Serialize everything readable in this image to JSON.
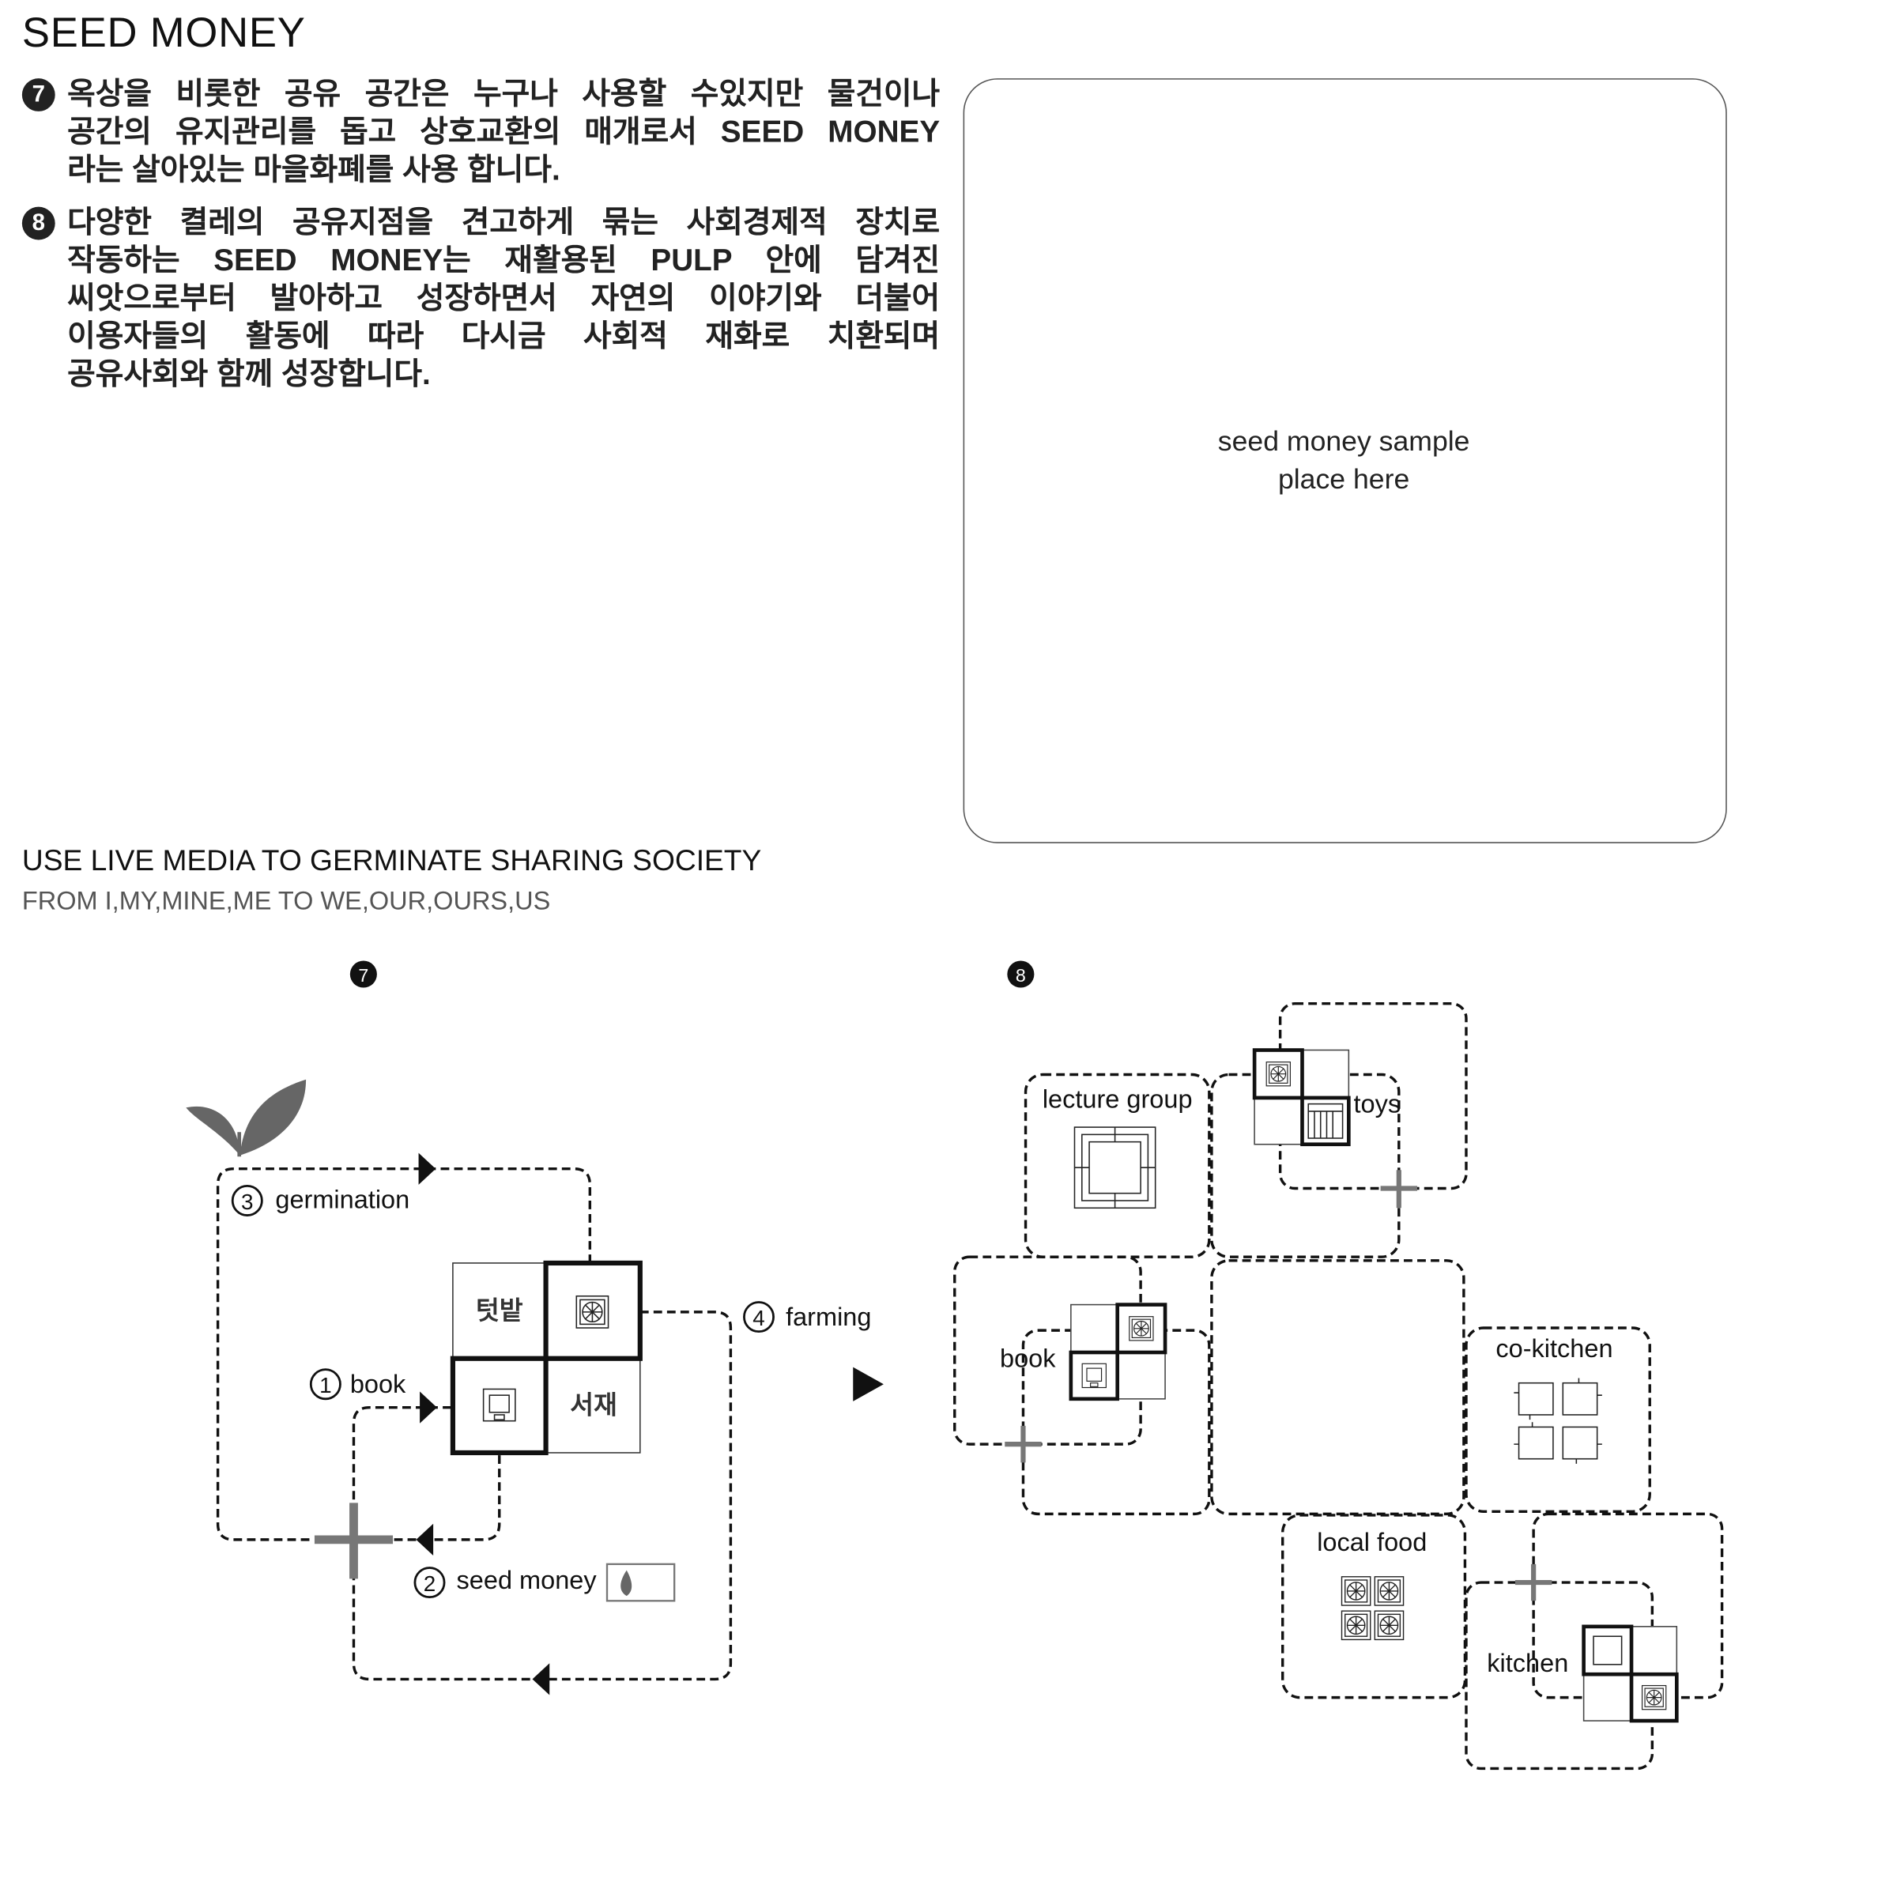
{
  "title": "SEED MONEY",
  "paragraphs": [
    {
      "number": "7",
      "lines": [
        "옥상을 비롯한 공유 공간은 누구나 사용할 수있지만  물건이나",
        "공간의 유지관리를 돕고 상호교환의 매개로서 SEED MONEY",
        "라는 살아있는 마을화폐를 사용 합니다."
      ]
    },
    {
      "number": "8",
      "lines": [
        "다양한 켤레의 공유지점을 견고하게 묶는 사회경제적 장치로",
        "작동하는 SEED MONEY는 재활용된 PULP 안에 담겨진",
        "씨앗으로부터 발아하고 성장하면서 자연의 이야기와 더불어",
        "이용자들의 활동에 따라 다시금 사회적 재화로 치환되며",
        "공유사회와 함께 성장합니다."
      ]
    }
  ],
  "placeholder": {
    "line1": "seed money sample",
    "line2": "place here"
  },
  "headline": "USE LIVE MEDIA TO GERMINATE SHARING SOCIETY",
  "subline": "FROM I,MY,MINE,ME TO WE,OUR,OURS,US",
  "diagram_left": {
    "marker": "7",
    "cells": {
      "garden": "텃밭",
      "study": "서재"
    },
    "steps": [
      {
        "num": "1",
        "label": "book"
      },
      {
        "num": "2",
        "label": "seed money"
      },
      {
        "num": "3",
        "label": "germination"
      },
      {
        "num": "4",
        "label": "farming"
      }
    ]
  },
  "diagram_right": {
    "marker": "8",
    "zones": {
      "lecture": "lecture group",
      "toys": "toys",
      "book": "book",
      "cokitchen": "co-kitchen",
      "localfood": "local food",
      "kitchen": "kitchen"
    }
  },
  "colors": {
    "line": "#111111",
    "accent_gray": "#777777"
  }
}
